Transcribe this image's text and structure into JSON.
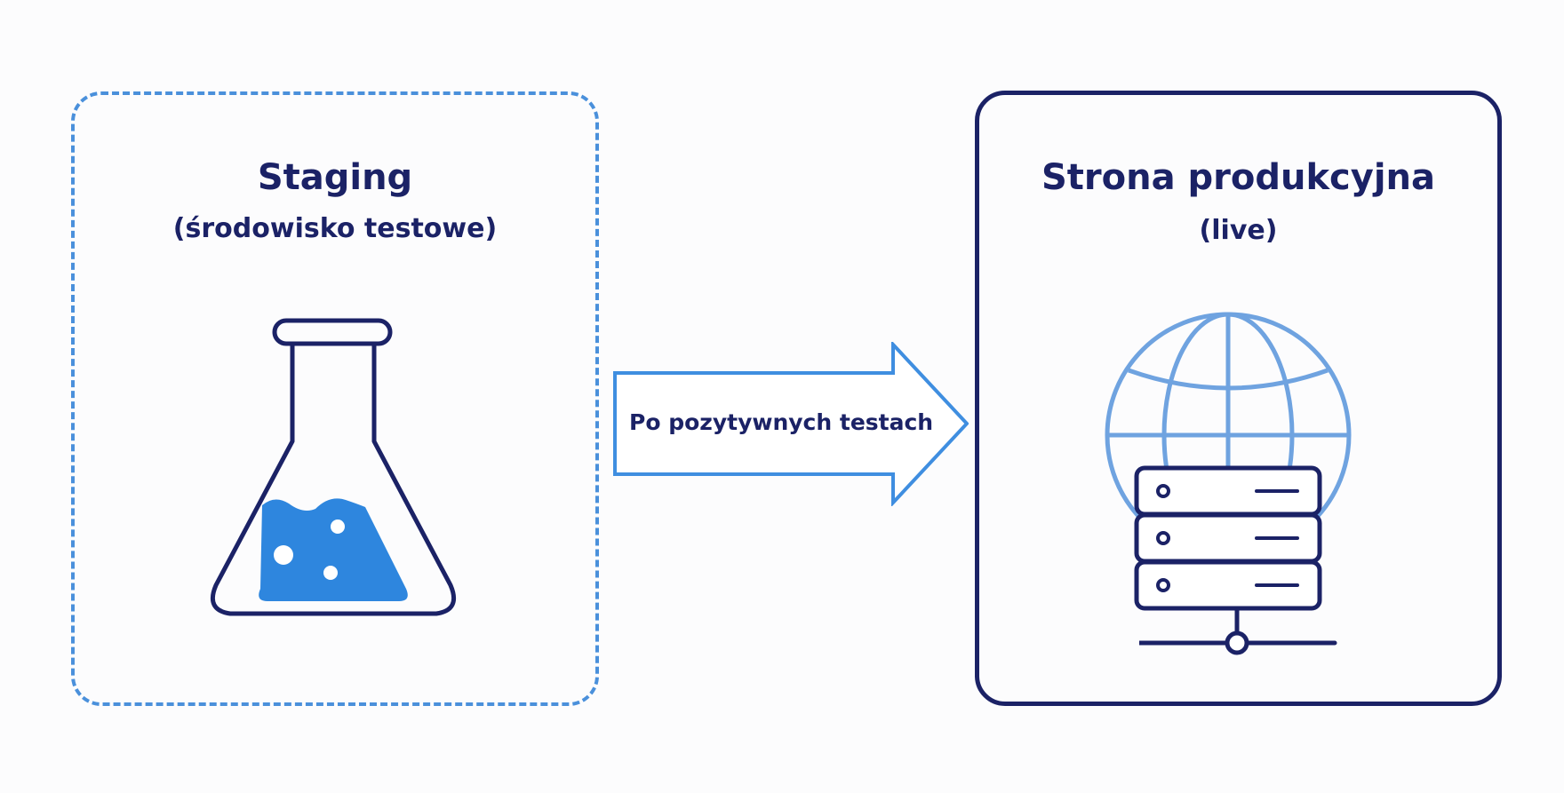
{
  "colors": {
    "navy": "#1b2266",
    "accent_blue": "#4a90db",
    "liquid_blue": "#2e86de",
    "globe_blue": "#6fa3e0"
  },
  "staging": {
    "title": "Staging",
    "subtitle": "(środowisko testowe)",
    "icon": "flask-icon"
  },
  "arrow": {
    "label": "Po pozytywnych testach"
  },
  "production": {
    "title": "Strona produkcyjna",
    "subtitle": "(live)",
    "icon": "globe-server-icon"
  }
}
